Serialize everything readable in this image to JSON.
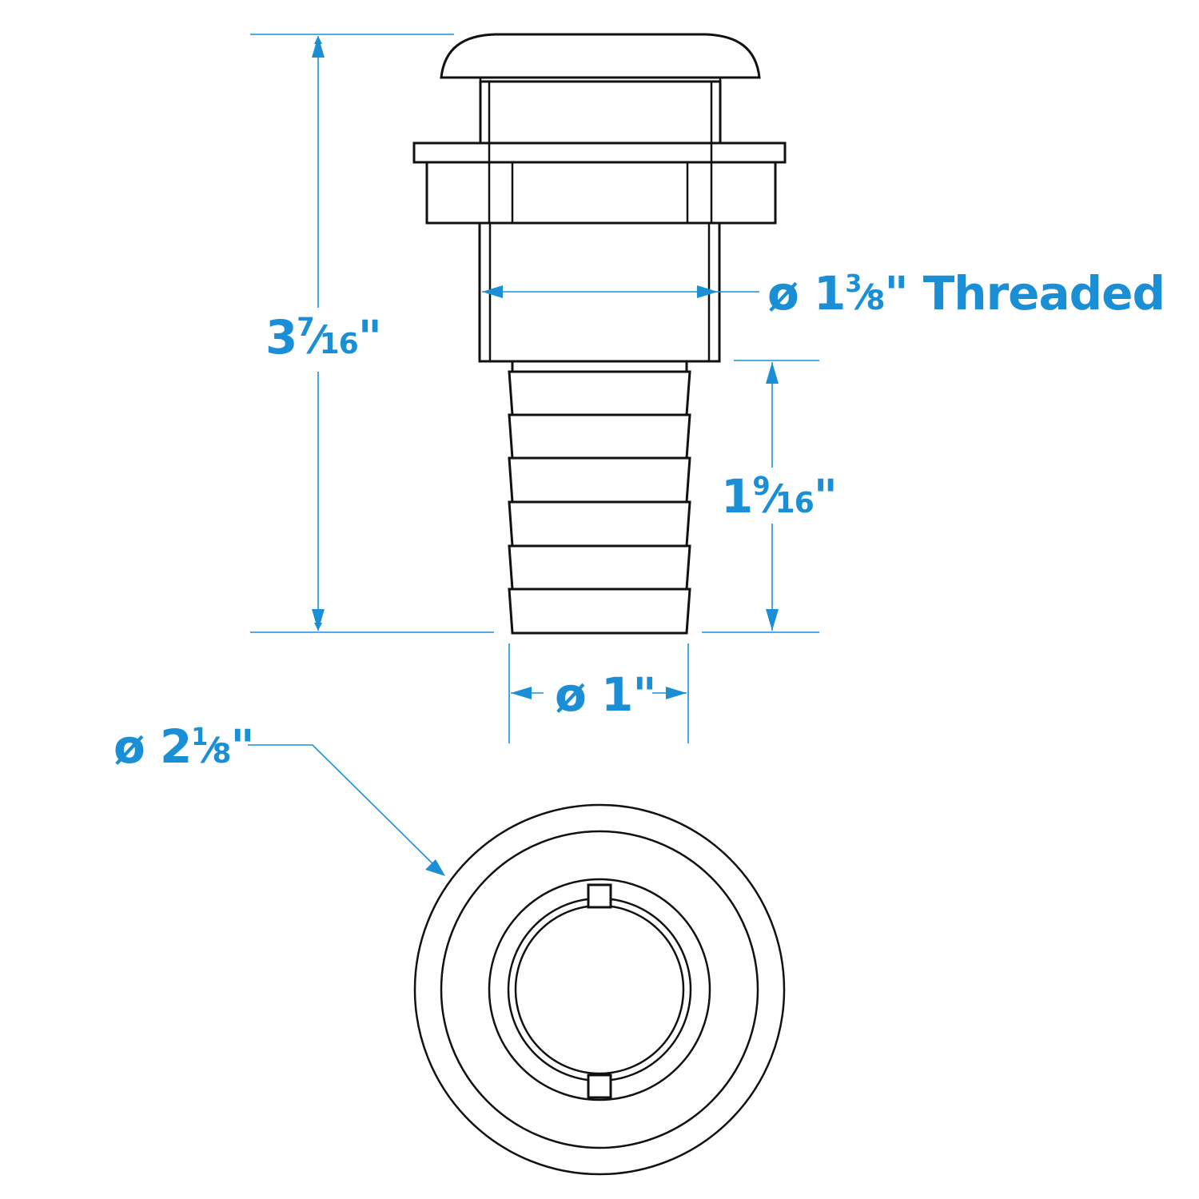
{
  "diagram": {
    "title": "Thru-hull fitting dimension drawing",
    "accent_color": "#1a8fd6",
    "line_color": "#111111",
    "views": [
      "side-view",
      "bottom-view"
    ]
  },
  "dimensions": {
    "overall_height": {
      "label": "3⁷⁄₁₆\"",
      "whole": "3",
      "num": "7",
      "den": "16",
      "unit": "\""
    },
    "thread_diameter": {
      "label": "ø 1³⁄₈\" Threaded",
      "prefix": "ø 1",
      "num": "3",
      "den": "8",
      "suffix": "\" Threaded"
    },
    "barb_length": {
      "label": "1⁹⁄₁₆\"",
      "whole": "1",
      "num": "9",
      "den": "16",
      "unit": "\""
    },
    "barb_diameter": {
      "label": "ø 1\"",
      "text": "ø 1\""
    },
    "flange_diameter": {
      "label": "ø 2¹⁄₈\"",
      "prefix": "ø 2",
      "num": "1",
      "den": "8",
      "unit": "\""
    }
  }
}
